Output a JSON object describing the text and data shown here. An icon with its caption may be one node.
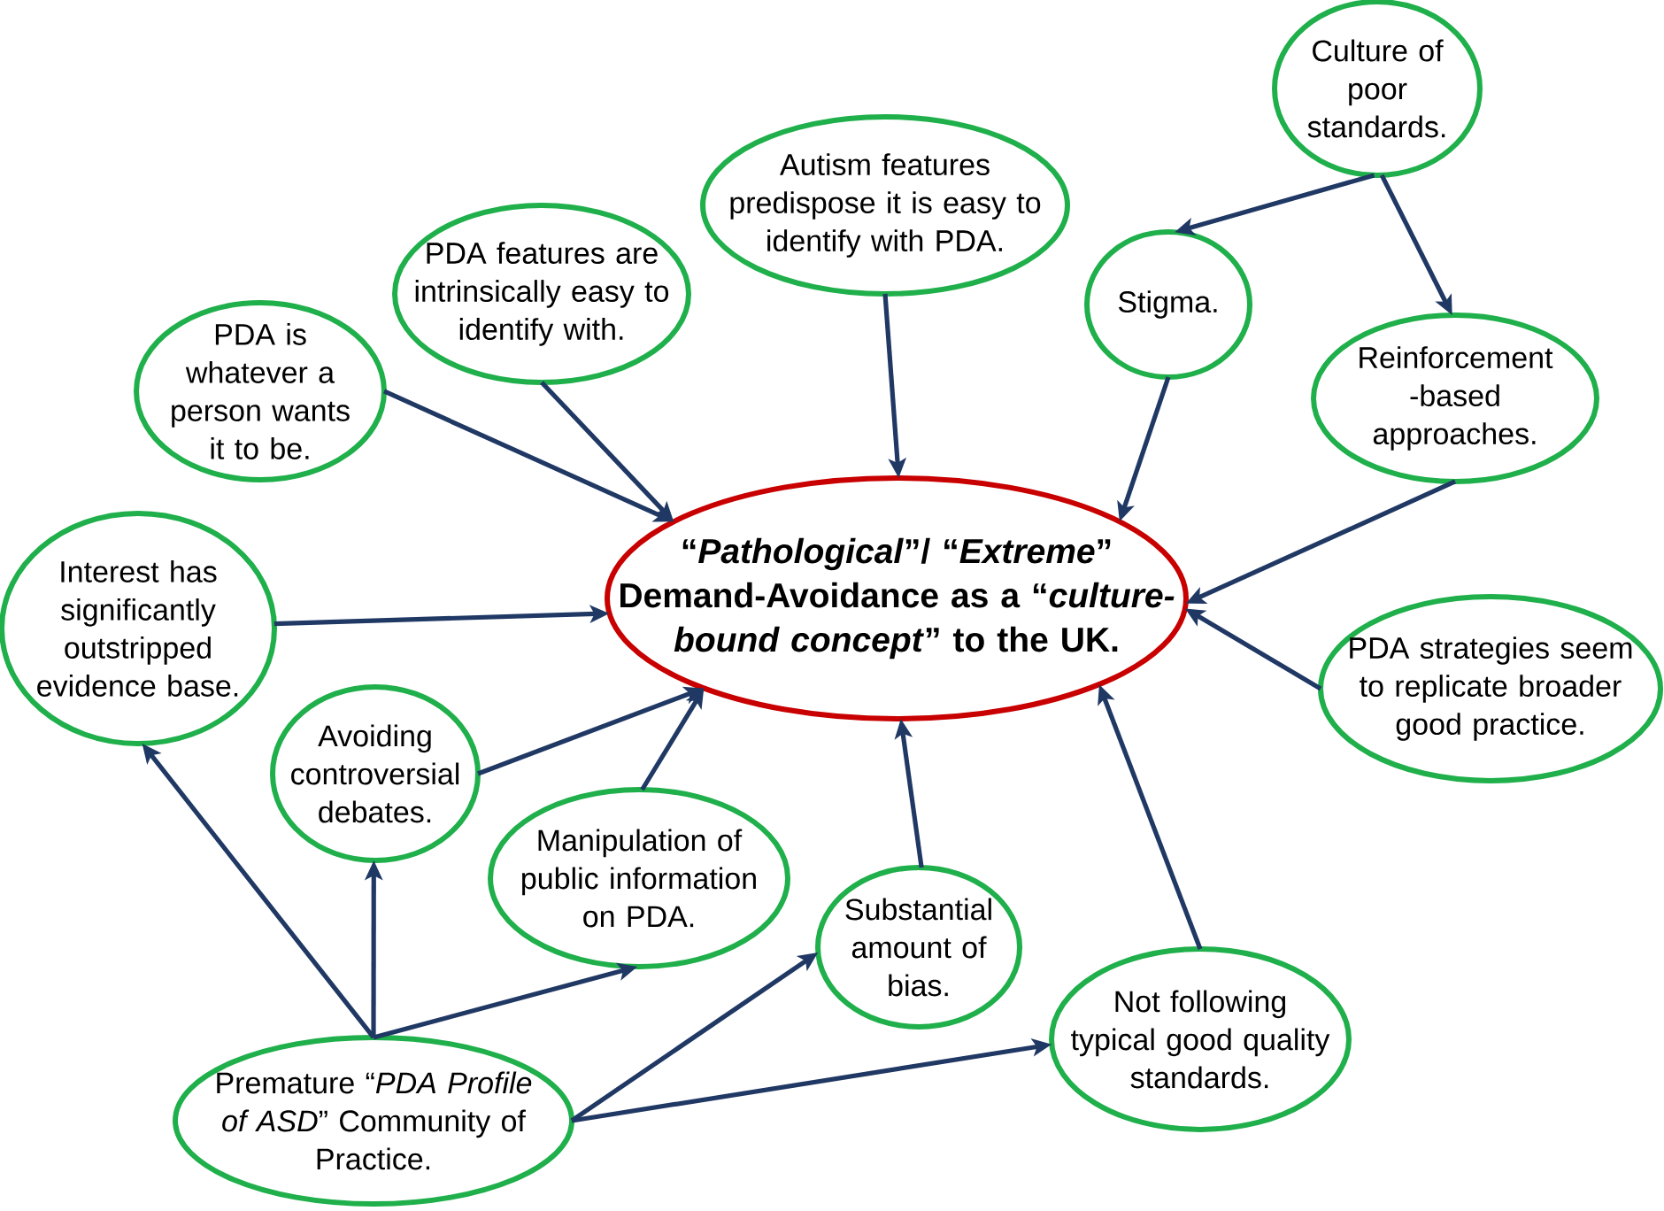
{
  "diagram": {
    "nodes": [
      {
        "text": [
          "“*Pathological*”/ “*Extreme*” Demand-Avoidance as a “*culture-bound concept*” to the UK."
        ]
      },
      {
        "text": [
          "Culture of poor standards."
        ]
      },
      {
        "text": [
          "Autism features predispose it is easy to identify with PDA."
        ]
      },
      {
        "text": [
          "PDA features are intrinsically easy to identify with."
        ]
      },
      {
        "text": [
          "Stigma."
        ]
      },
      {
        "text": [
          "PDA is whatever a person wants it to be."
        ]
      },
      {
        "text": [
          "Reinforcement -based approaches."
        ]
      },
      {
        "text": [
          "Interest has significantly outstripped evidence base."
        ]
      },
      {
        "text": [
          "PDA strategies seem to replicate broader good practice."
        ]
      },
      {
        "text": [
          "Avoiding controversial debates."
        ]
      },
      {
        "text": [
          "Manipulation of public information on PDA."
        ]
      },
      {
        "text": [
          "Substantial amount of bias."
        ]
      },
      {
        "text": [
          "Not following typical good quality standards."
        ]
      },
      {
        "text": [
          "Premature “*PDA Profile of ASD*” Community of Practice."
        ]
      }
    ],
    "edges": [
      {
        "from": 1,
        "to": 4,
        "arrow": "to"
      },
      {
        "from": 1,
        "to": 6,
        "arrow": "to"
      },
      {
        "from": 2,
        "to": 0,
        "arrow": "to"
      },
      {
        "from": 3,
        "to": 0,
        "arrow": "to"
      },
      {
        "from": 4,
        "to": 0,
        "arrow": "to"
      },
      {
        "from": 5,
        "to": 0,
        "arrow": "to"
      },
      {
        "from": 6,
        "to": 0,
        "arrow": "to"
      },
      {
        "from": 7,
        "to": 0,
        "arrow": "to"
      },
      {
        "from": 8,
        "to": 0,
        "arrow": "to"
      },
      {
        "from": 9,
        "to": 0,
        "arrow": "to"
      },
      {
        "from": 10,
        "to": 0,
        "arrow": "to"
      },
      {
        "from": 11,
        "to": 0,
        "arrow": "to"
      },
      {
        "from": 12,
        "to": 0,
        "arrow": "to"
      },
      {
        "from": 13,
        "to": 7,
        "arrow": "to"
      },
      {
        "from": 13,
        "to": 9,
        "arrow": "to"
      },
      {
        "from": 13,
        "to": 10,
        "arrow": "to"
      },
      {
        "from": 13,
        "to": 11,
        "arrow": "to"
      },
      {
        "from": 13,
        "to": 12,
        "arrow": "to"
      }
    ]
  }
}
